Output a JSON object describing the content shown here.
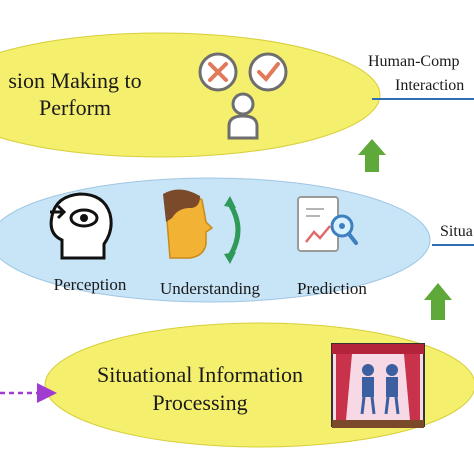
{
  "top_ellipse": {
    "line1": "sion Making to",
    "line2": "Perform"
  },
  "middle_ellipse": {
    "items": [
      {
        "label": "Perception",
        "icon": "head-with-eye-icon"
      },
      {
        "label": "Understanding",
        "icon": "face-profile-icon"
      },
      {
        "label": "Prediction",
        "icon": "document-magnifier-icon"
      }
    ]
  },
  "bottom_ellipse": {
    "line1": "Situational Information",
    "line2": "Processing"
  },
  "right_labels": {
    "hci_line1": "Human-Comp",
    "hci_line2": "Interaction",
    "situ": "Situa"
  },
  "colors": {
    "top_fill": "#f5ef6e",
    "middle_fill": "#c8e4f7",
    "bottom_fill": "#f5ef6e",
    "arrow_green": "#5fa83a",
    "arrow_purple": "#a03ccf",
    "link_blue": "#2f6fb3"
  }
}
